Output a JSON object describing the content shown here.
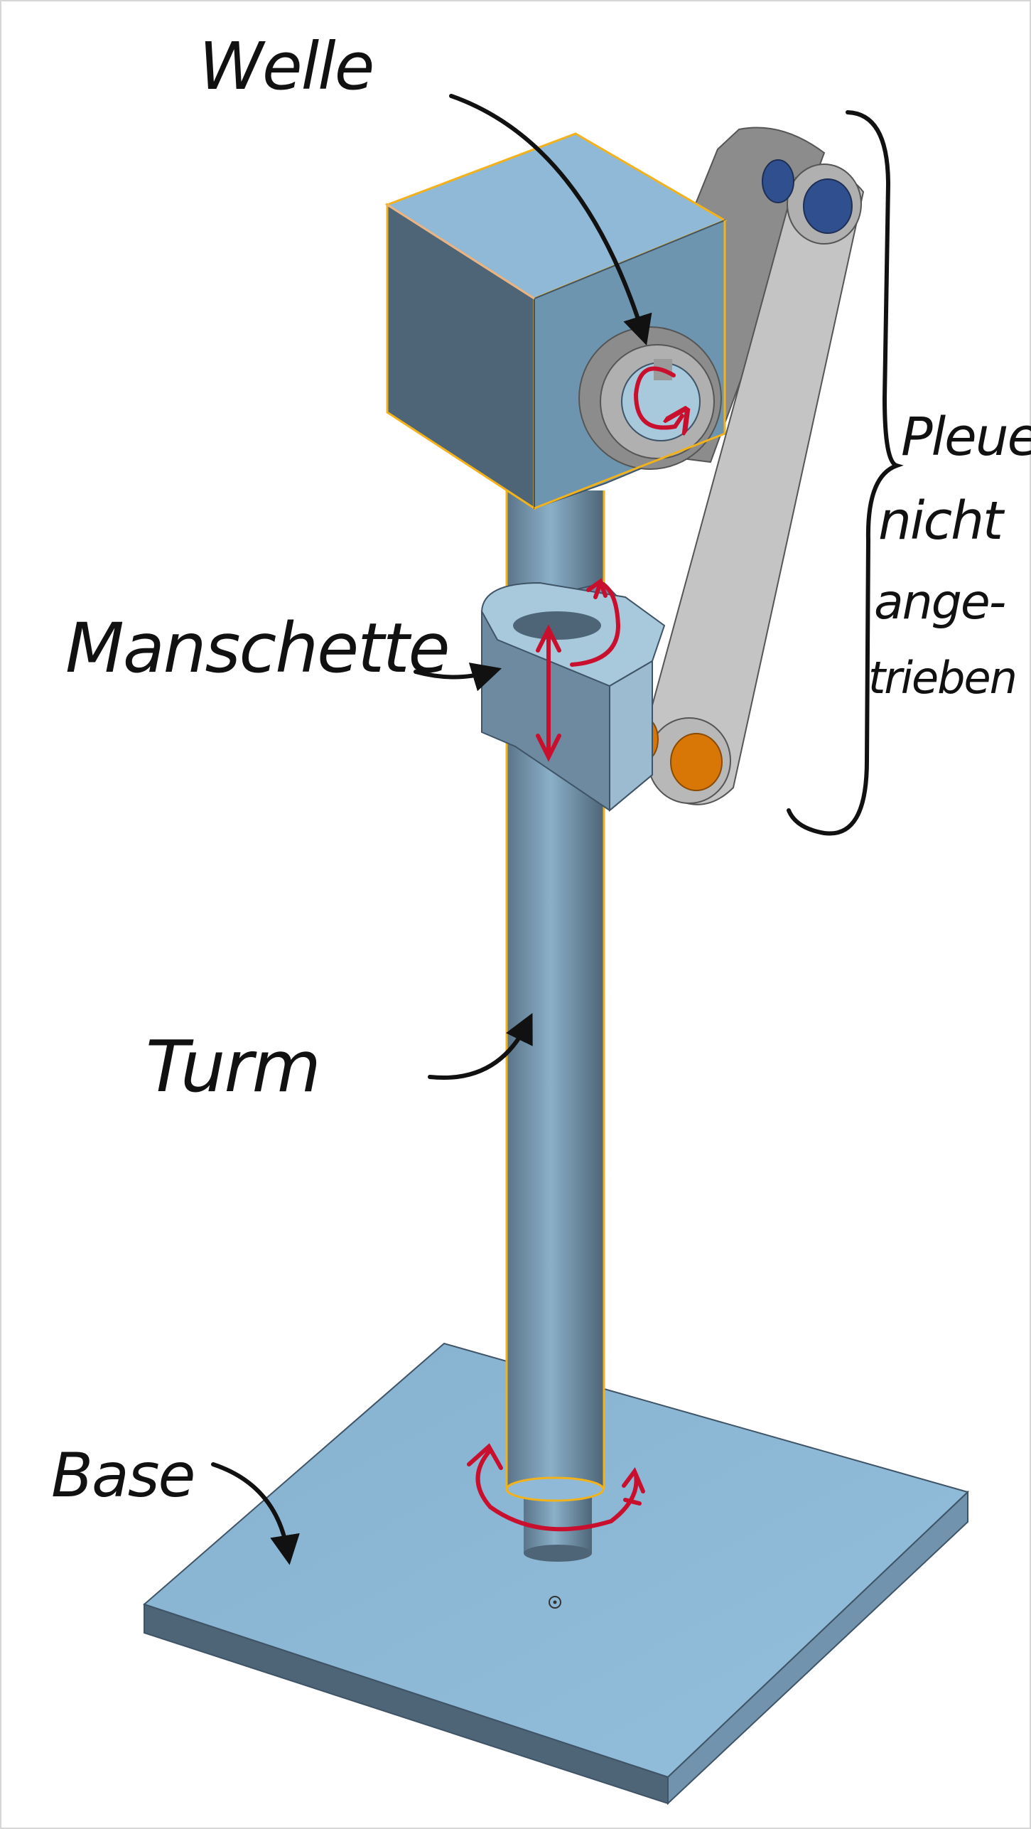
{
  "labels": {
    "welle": "Welle",
    "manschette": "Manschette",
    "turm": "Turm",
    "base": "Base",
    "pleuel_line1": "Pleuel",
    "pleuel_line2": "nicht",
    "pleuel_line3": "ange-",
    "pleuel_line4": "trieben"
  },
  "colors": {
    "part_face_light": "#8fb9d6",
    "part_face_mid": "#6e95b0",
    "part_face_dark": "#4e6577",
    "selection_outline": "#f2b21c",
    "arm_light": "#c4c4c4",
    "arm_dark": "#8c8c8c",
    "pin_blue": "#2f4f8f",
    "pin_orange": "#d97706",
    "annotation_red": "#c8102e",
    "ink": "#111111"
  }
}
